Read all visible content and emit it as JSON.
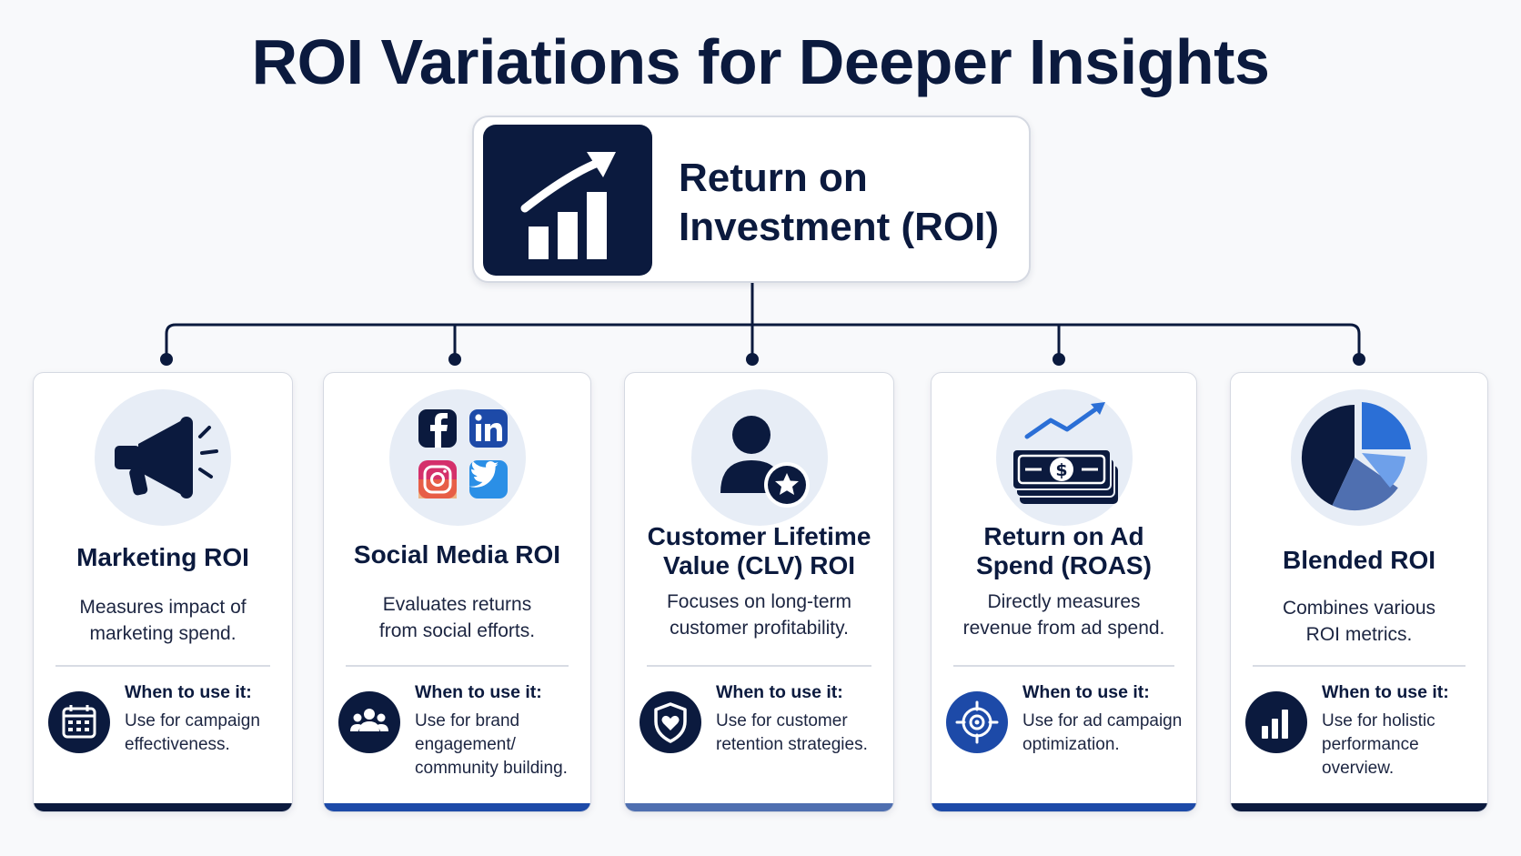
{
  "title": "ROI Variations for Deeper Insights",
  "root": {
    "label_line1": "Return on",
    "label_line2": "Investment (ROI)",
    "icon": "growth-chart-icon"
  },
  "colors": {
    "navy": "#0b1a3e",
    "blue": "#2b6fd6",
    "light_blue": "#e7edf6",
    "card_bars": [
      "#0b1a3e",
      "#1d4aa8",
      "#4f6fb0",
      "#1d4aa8",
      "#0b1a3e"
    ]
  },
  "cards": [
    {
      "title": [
        "Marketing ROI"
      ],
      "desc": [
        "Measures impact of",
        "marketing spend."
      ],
      "use_heading": "When to use it:",
      "use_text": [
        "Use for campaign",
        "effectiveness."
      ],
      "icon": "megaphone-icon",
      "use_icon": "calendar-icon"
    },
    {
      "title": [
        "Social Media ROI"
      ],
      "desc": [
        "Evaluates returns",
        "from social efforts."
      ],
      "use_heading": "When to use it:",
      "use_text": [
        "Use for brand",
        "engagement/",
        "community building."
      ],
      "icon": "social-media-icons",
      "use_icon": "users-group-icon"
    },
    {
      "title": [
        "Customer Lifetime",
        "Value (CLV) ROI"
      ],
      "desc": [
        "Focuses on long-term",
        "customer profitability."
      ],
      "use_heading": "When to use it:",
      "use_text": [
        "Use for customer",
        "retention strategies."
      ],
      "icon": "user-star-icon",
      "use_icon": "shield-heart-icon"
    },
    {
      "title": [
        "Return on Ad",
        "Spend (ROAS)"
      ],
      "desc": [
        "Directly measures",
        "revenue from ad spend."
      ],
      "use_heading": "When to use it:",
      "use_text": [
        "Use for ad campaign",
        "optimization."
      ],
      "icon": "money-trend-icon",
      "use_icon": "target-icon"
    },
    {
      "title": [
        "Blended ROI"
      ],
      "desc": [
        "Combines various",
        "ROI metrics."
      ],
      "use_heading": "When to use it:",
      "use_text": [
        "Use for holistic",
        "performance",
        "overview."
      ],
      "icon": "pie-chart-icon",
      "use_icon": "bar-chart-icon"
    }
  ]
}
